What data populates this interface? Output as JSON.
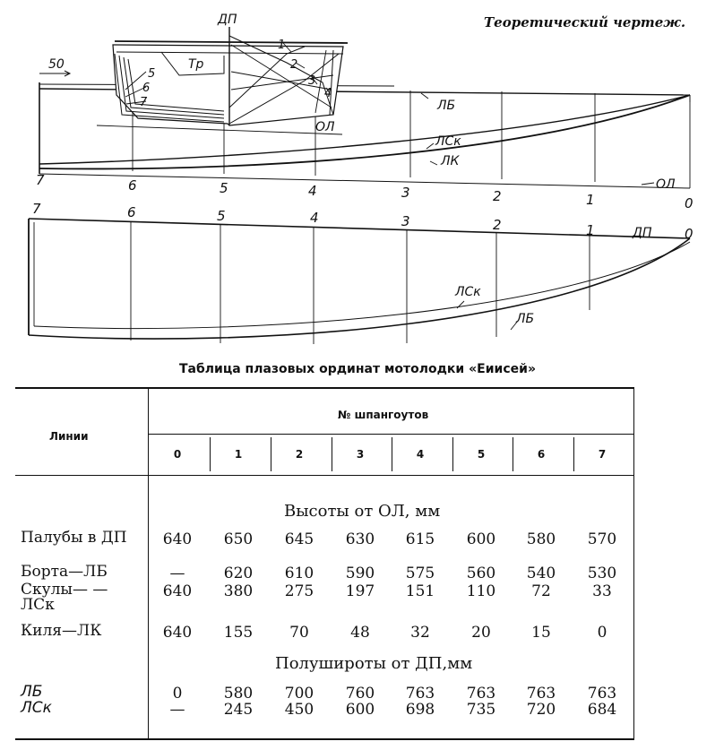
{
  "title": "Теоретический чертеж.",
  "drawing": {
    "labels": {
      "dp": "ДП",
      "tr": "Тр",
      "ol": "ОЛ",
      "lb": "ЛБ",
      "lsk": "ЛСк",
      "lk": "ЛК",
      "fifty": "50"
    },
    "body_plan_numbers": [
      "1",
      "2",
      "3",
      "4",
      "5",
      "6",
      "7"
    ],
    "stations": [
      "7",
      "6",
      "5",
      "4",
      "3",
      "2",
      "1",
      "0"
    ]
  },
  "table": {
    "title": "Таблица плазовых ординат мотолодки «Еиисей»",
    "lines_header": "Линии",
    "frames_header": "№ шпангоутов",
    "columns": [
      "0",
      "1",
      "2",
      "3",
      "4",
      "5",
      "6",
      "7"
    ],
    "section_heights": "Высоты от ОЛ, мм",
    "section_half": "Полуширoты от ДП,мм",
    "rows": [
      {
        "label": "Палубы в ДП",
        "values": [
          "640",
          "650",
          "645",
          "630",
          "615",
          "600",
          "580",
          "570"
        ]
      },
      {
        "label": "Борта—ЛБ",
        "values": [
          "—",
          "620",
          "610",
          "590",
          "575",
          "560",
          "540",
          "530"
        ]
      },
      {
        "label": "Скулы— —ЛСк",
        "values": [
          "640",
          "380",
          "275",
          "197",
          "151",
          "110",
          "72",
          "33"
        ]
      },
      {
        "label": "Киля—ЛК",
        "values": [
          "640",
          "155",
          "70",
          "48",
          "32",
          "20",
          "15",
          "0"
        ]
      },
      {
        "label": "ЛБ",
        "values": [
          "0",
          "580",
          "700",
          "760",
          "763",
          "763",
          "763",
          "763"
        ]
      },
      {
        "label": "ЛСк",
        "values": [
          "—",
          "245",
          "450",
          "600",
          "698",
          "735",
          "720",
          "684"
        ]
      }
    ]
  }
}
